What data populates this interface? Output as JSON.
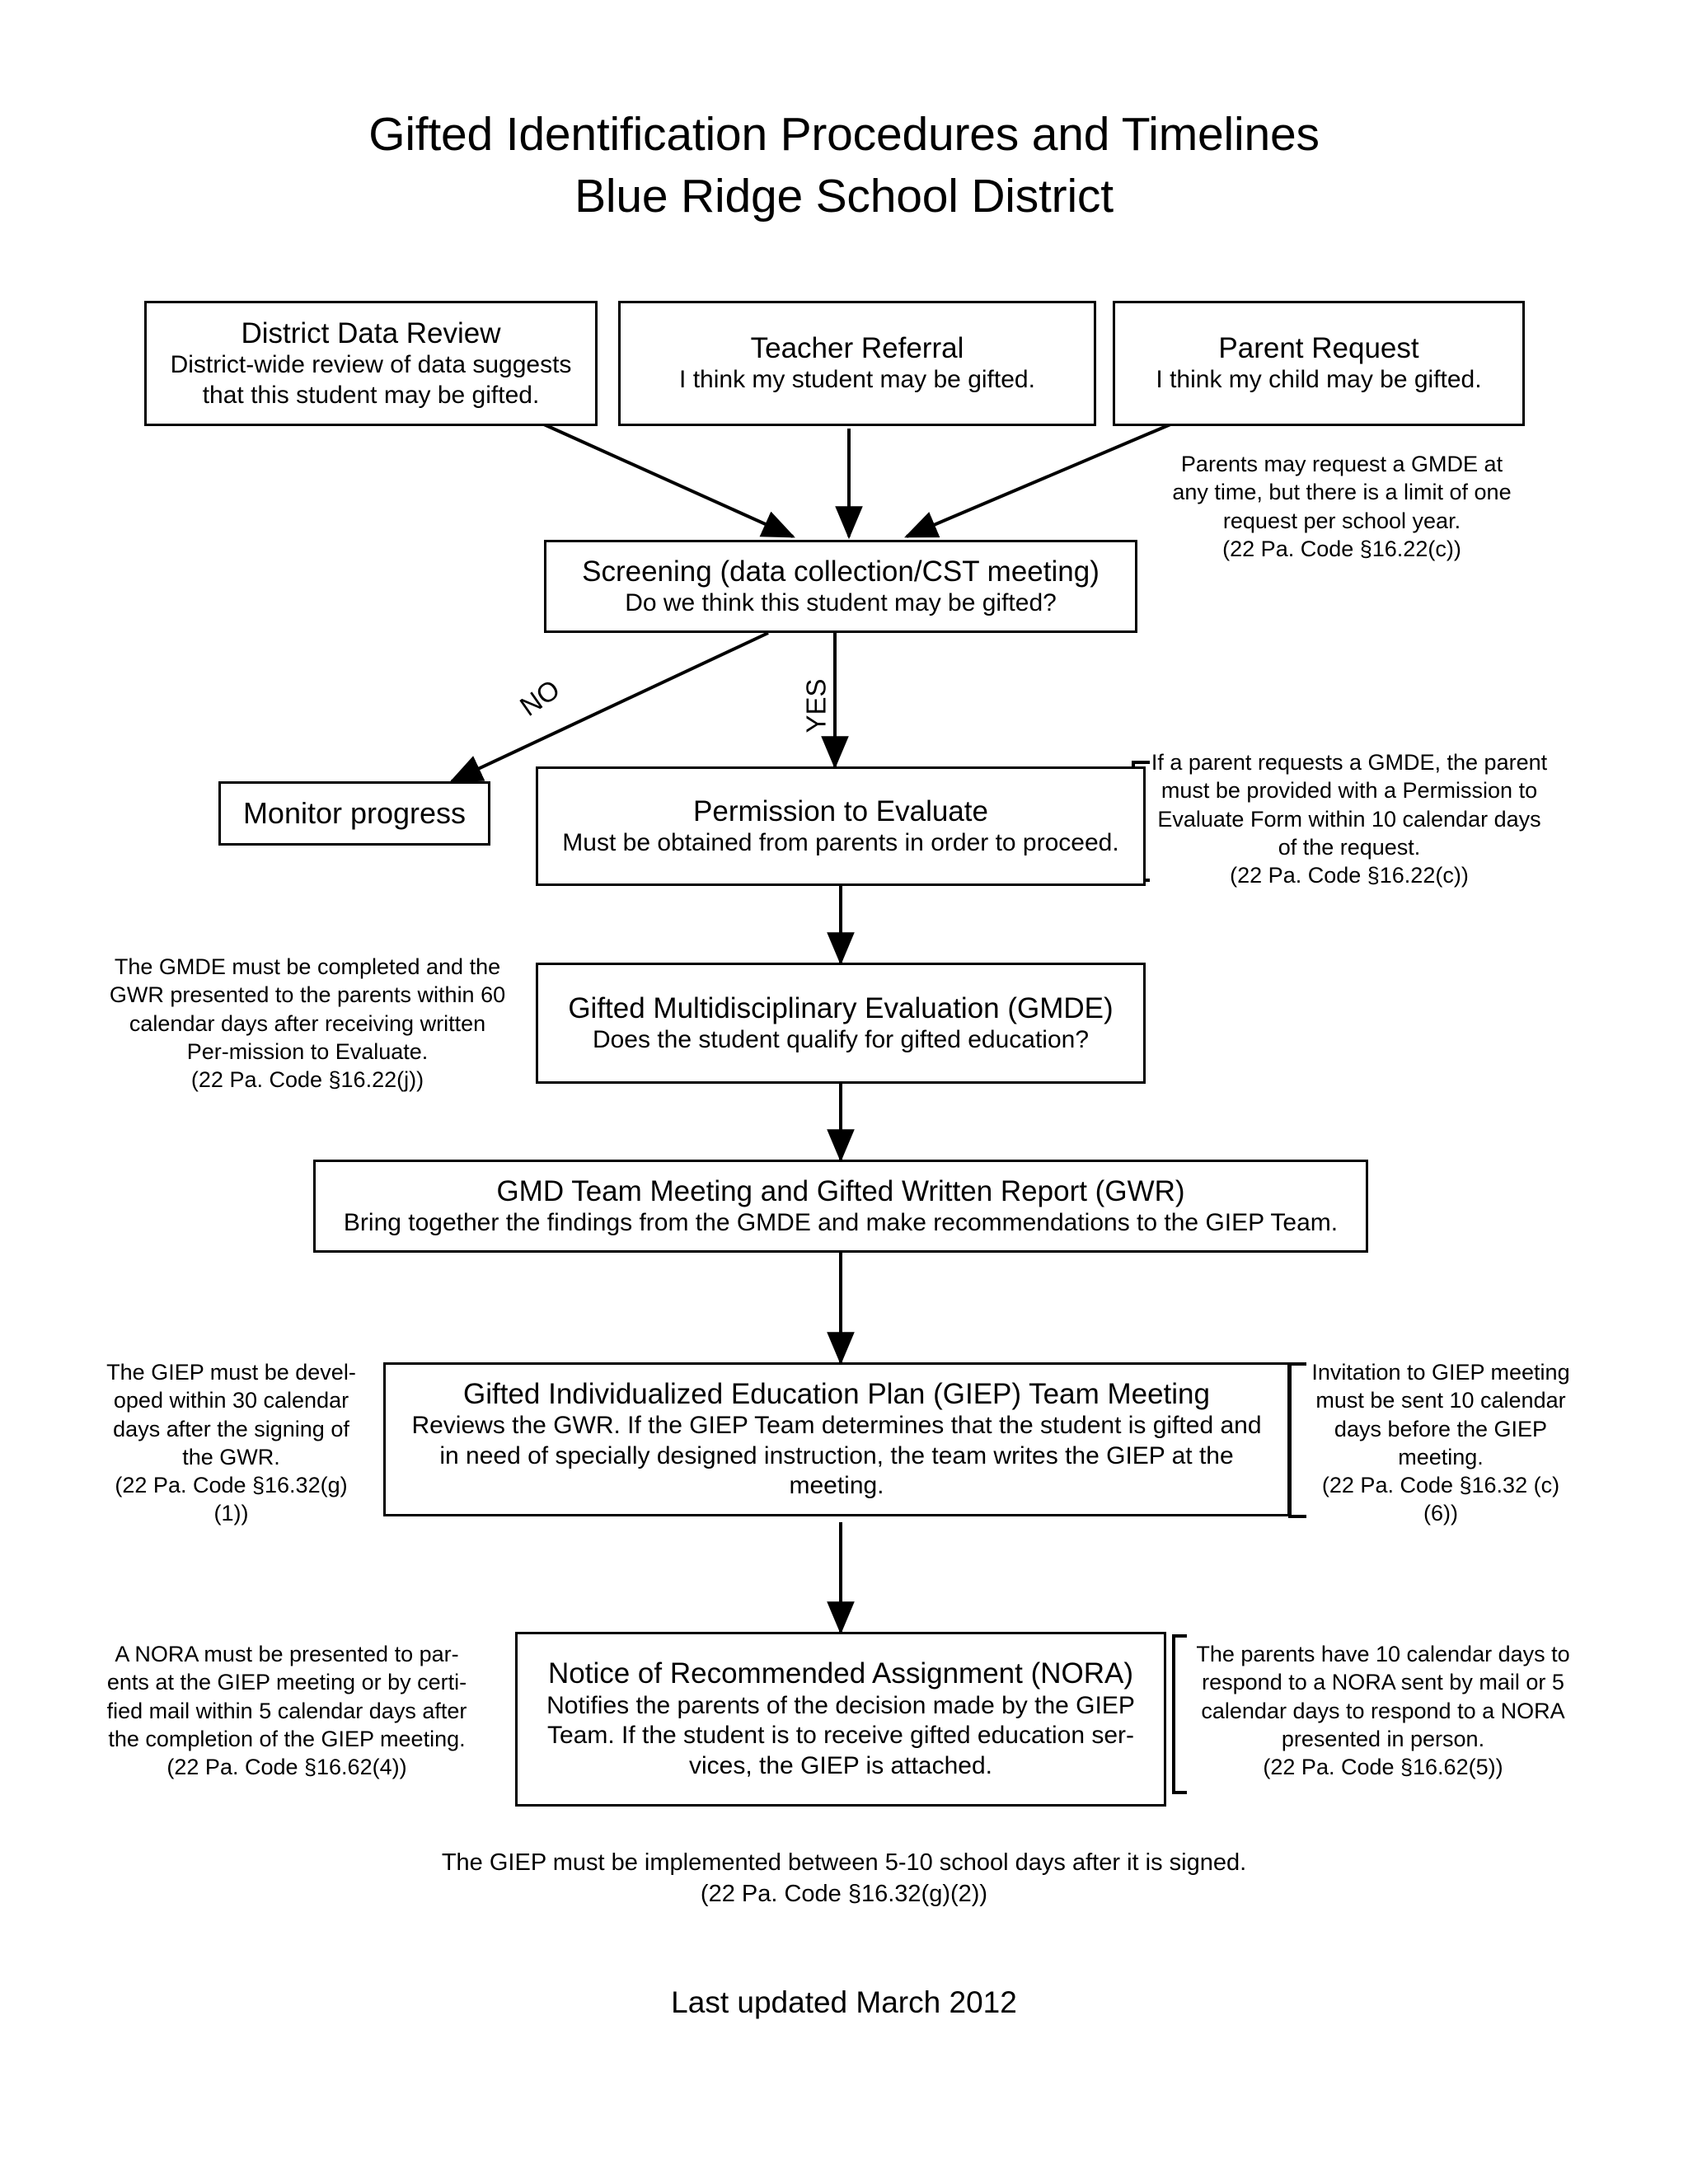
{
  "title": {
    "line1": "Gifted Identification Procedures and Timelines",
    "line2": "Blue Ridge School District"
  },
  "nodes": {
    "district_data_review": {
      "heading": "District Data Review",
      "body": "District-wide review of data suggests that this student may be gifted."
    },
    "teacher_referral": {
      "heading": "Teacher Referral",
      "body": "I think my student may be gifted."
    },
    "parent_request": {
      "heading": "Parent Request",
      "body": "I think my child may be gifted."
    },
    "screening": {
      "heading": "Screening (data collection/CST meeting)",
      "body": "Do we think this student may be gifted?"
    },
    "monitor_progress": {
      "heading": "Monitor  progress",
      "body": ""
    },
    "permission_to_evaluate": {
      "heading": "Permission to Evaluate",
      "body": "Must be obtained from parents in order to proceed."
    },
    "gmde": {
      "heading": "Gifted Multidisciplinary Evaluation (GMDE)",
      "body": "Does the student qualify for gifted education?"
    },
    "gmd_team_meeting": {
      "heading": "GMD Team Meeting and Gifted Written Report (GWR)",
      "body": "Bring together the findings from the GMDE and make recommendations to the GIEP Team."
    },
    "giep_team_meeting": {
      "heading": "Gifted Individualized Education Plan (GIEP) Team Meeting",
      "body": "Reviews the GWR. If the GIEP Team determines that the student is gifted and in need of specially designed instruction, the team writes the GIEP at the meeting."
    },
    "nora": {
      "heading": "Notice of Recommended Assignment (NORA)",
      "body": "Notifies the parents of the decision made by the GIEP Team. If the student is to receive gifted education ser-vices, the GIEP is attached."
    }
  },
  "branch_labels": {
    "no": "NO",
    "yes": "YES"
  },
  "notes": {
    "parent_request_note": "Parents may request a GMDE at any time, but there is a limit of one request per school year.\n(22 Pa. Code §16.22(c))",
    "permission_note": "If a parent requests a GMDE, the parent must be provided with a Permission to Evaluate Form within 10 calendar days of the request.\n(22 Pa. Code §16.22(c))",
    "gmde_note": "The GMDE must be completed and the GWR presented to the parents within 60 calendar days after receiving written Per-mission to Evaluate.\n(22 Pa. Code §16.22(j))",
    "giep_left_note": "The GIEP must be devel-oped within 30 calendar days after the signing of the GWR.\n(22 Pa. Code §16.32(g)(1))",
    "giep_right_note": "Invitation to GIEP meeting must be sent 10 calendar days before the GIEP meeting.\n(22 Pa. Code §16.32 (c)(6))",
    "nora_left_note": "A NORA must be presented to par-ents at the GIEP meeting or by certi-fied mail within 5 calendar days after the completion of the GIEP meeting.\n(22 Pa. Code §16.62(4))",
    "nora_right_note": "The parents have 10 calendar days to respond to a NORA sent by mail or 5 calendar days to respond to a NORA presented in person.\n(22 Pa. Code §16.62(5))"
  },
  "footer": {
    "implementation_note": "The GIEP must be implemented between 5-10 school days after it is signed.\n(22 Pa. Code §16.32(g)(2))",
    "last_updated": "Last updated March 2012"
  },
  "colors": {
    "ink": "#000000",
    "page": "#ffffff"
  }
}
